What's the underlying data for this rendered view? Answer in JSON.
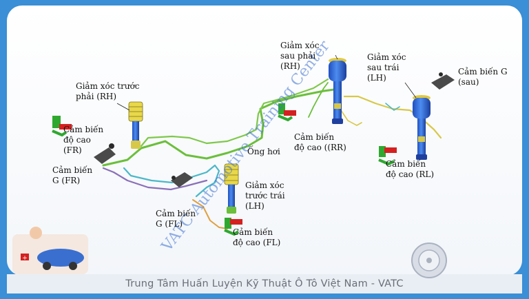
{
  "labels": {
    "front_right_shock": "Giảm xóc trước\nphải (RH)",
    "front_right_height_sensor": "Cảm biến\nđộ cao\n(FR)",
    "front_right_g_sensor": "Cảm biến\nG (FR)",
    "front_left_g_sensor": "Cảm biến\nG  (FL)",
    "front_left_shock": "Giảm xóc\ntrước trái\n(LH)",
    "front_left_height_sensor": "Cảm biến\nđộ cao (FL)",
    "air_pipe": "Ống hơi",
    "rear_right_shock": "Giảm xóc\nsau phải\n(RH)",
    "rear_right_height_sensor": "Cảm biến\nđộ cao ((RR)",
    "rear_left_shock": "Giảm xóc\nsau trái\n(LH)",
    "rear_left_height_sensor": "Cảm biến\nđộ cao (RL)",
    "rear_g_sensor": "Cảm biến G\n(sau)"
  },
  "watermark": "VATC Automotive Training Center",
  "footer": "Trung  Tâm Huấn Luyện Kỹ Thuật Ô Tô Việt Nam - VATC",
  "colors": {
    "frame_blue": "#3a8fd6",
    "shock_blue": "#2a5fd8",
    "spring_yellow": "#e8d84a",
    "pipe_green": "#6bbf3a",
    "pipe_cyan": "#4ab8c8",
    "pipe_purple": "#8a6fb8",
    "pipe_yellow": "#d8c84a",
    "sensor_red": "#d42020",
    "sensor_green": "#2fa82f"
  }
}
